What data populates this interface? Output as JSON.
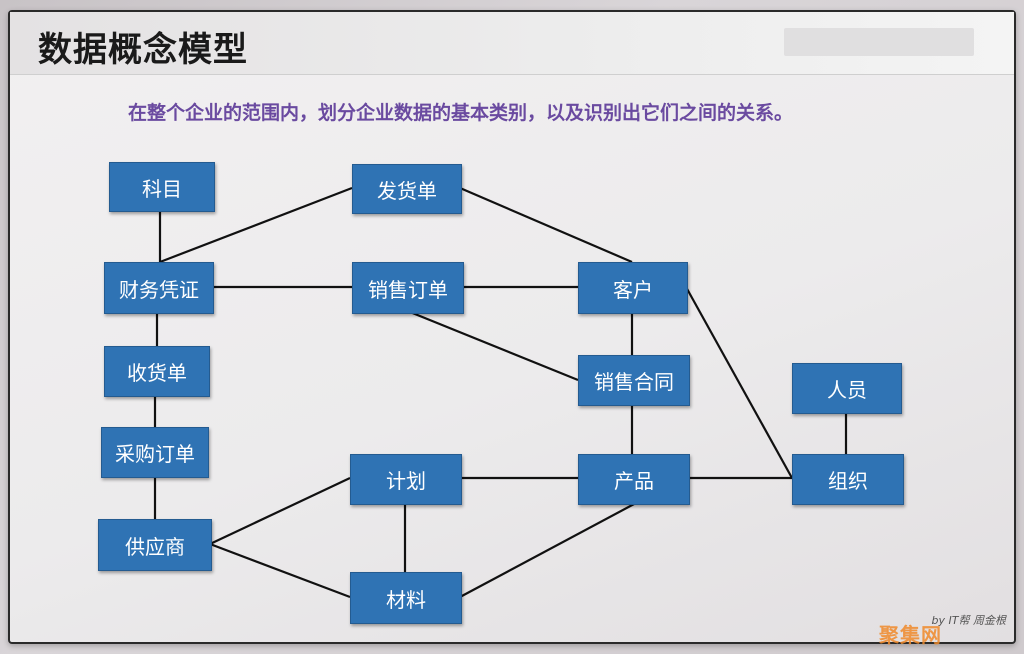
{
  "title": "数据概念模型",
  "subtitle": "在整个企业的范围内，划分企业数据的基本类别，以及识别出它们之间的关系。",
  "colors": {
    "node_fill": "#2f73b4",
    "subtitle": "#6a4aa0",
    "watermark": "#f08a2a"
  },
  "nodes": {
    "kemu": "科目",
    "fahuodan": "发货单",
    "caiwupingzheng": "财务凭证",
    "xiaoshoudingdan": "销售订单",
    "kehu": "客户",
    "shouhuodan": "收货单",
    "xiaoshouhetong": "销售合同",
    "renyuan": "人员",
    "caigoudingdan": "采购订单",
    "jihua": "计划",
    "chanpin": "产品",
    "zuzhi": "组织",
    "gongyingshang": "供应商",
    "cailiao": "材料"
  },
  "relationships": [
    [
      "科目",
      "财务凭证"
    ],
    [
      "财务凭证",
      "发货单"
    ],
    [
      "发货单",
      "客户"
    ],
    [
      "财务凭证",
      "销售订单"
    ],
    [
      "销售订单",
      "客户"
    ],
    [
      "销售订单",
      "销售合同"
    ],
    [
      "客户",
      "销售合同"
    ],
    [
      "客户",
      "组织"
    ],
    [
      "财务凭证",
      "收货单"
    ],
    [
      "收货单",
      "采购订单"
    ],
    [
      "采购订单",
      "供应商"
    ],
    [
      "销售合同",
      "产品"
    ],
    [
      "人员",
      "组织"
    ],
    [
      "计划",
      "产品"
    ],
    [
      "产品",
      "组织"
    ],
    [
      "供应商",
      "计划"
    ],
    [
      "供应商",
      "材料"
    ],
    [
      "计划",
      "材料"
    ],
    [
      "材料",
      "产品"
    ]
  ],
  "footer": {
    "credit": "by IT帮 周金根",
    "watermark": "聚集网"
  }
}
